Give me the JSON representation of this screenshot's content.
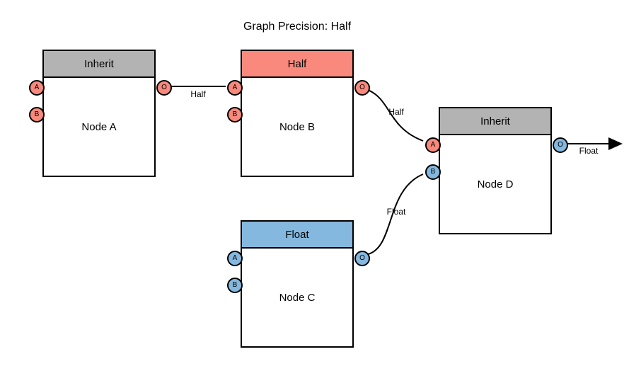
{
  "title": "Graph Precision: Half",
  "colors": {
    "salmon": "#F9897D",
    "blue": "#85B8DE",
    "gray": "#B3B3B3",
    "edge": "#000000",
    "node_body": "#FFFFFF"
  },
  "nodes": [
    {
      "id": "node-a",
      "header": "Inherit",
      "label": "Node A",
      "header_color": "gray",
      "ports": [
        {
          "label": "A",
          "color": "salmon"
        },
        {
          "label": "B",
          "color": "salmon"
        },
        {
          "label": "O",
          "color": "salmon"
        }
      ]
    },
    {
      "id": "node-b",
      "header": "Half",
      "label": "Node B",
      "header_color": "salmon",
      "ports": [
        {
          "label": "A",
          "color": "salmon"
        },
        {
          "label": "B",
          "color": "salmon"
        },
        {
          "label": "O",
          "color": "salmon"
        }
      ]
    },
    {
      "id": "node-c",
      "header": "Float",
      "label": "Node C",
      "header_color": "blue",
      "ports": [
        {
          "label": "A",
          "color": "blue"
        },
        {
          "label": "B",
          "color": "blue"
        },
        {
          "label": "O",
          "color": "blue"
        }
      ]
    },
    {
      "id": "node-d",
      "header": "Inherit",
      "label": "Node D",
      "header_color": "gray",
      "ports": [
        {
          "label": "A",
          "color": "salmon"
        },
        {
          "label": "B",
          "color": "blue"
        },
        {
          "label": "O",
          "color": "blue"
        }
      ]
    }
  ],
  "edges": [
    {
      "from": "node-a.O",
      "to": "node-b.A",
      "label": "Half"
    },
    {
      "from": "node-b.O",
      "to": "node-d.A",
      "label": "Half"
    },
    {
      "from": "node-c.O",
      "to": "node-d.B",
      "label": "Float"
    },
    {
      "from": "node-d.O",
      "to": "graph-output",
      "label": "Float"
    }
  ]
}
